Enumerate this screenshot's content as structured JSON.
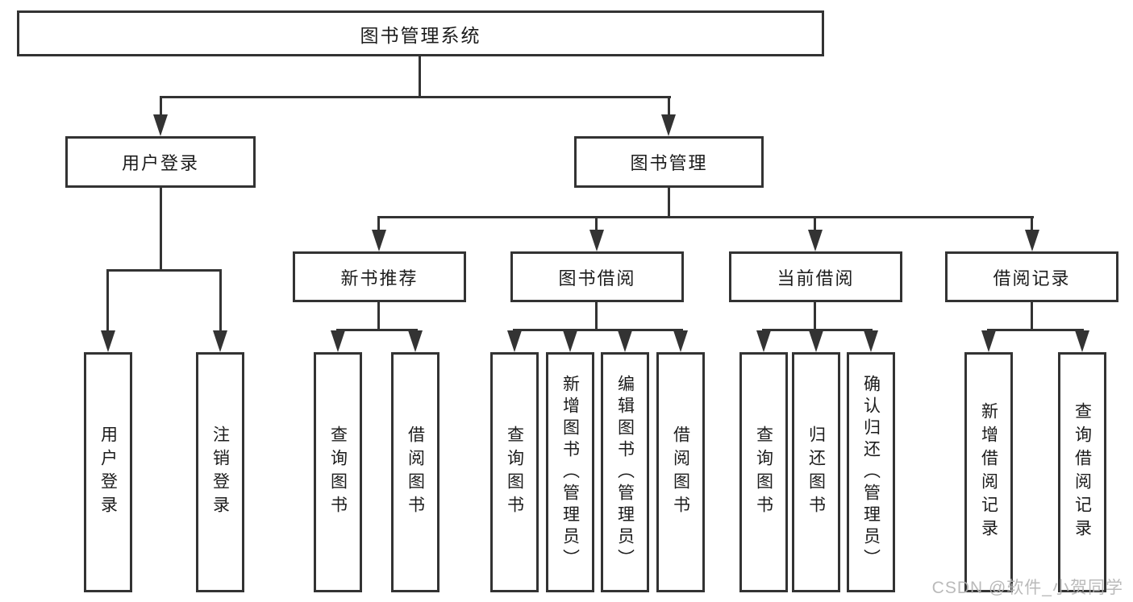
{
  "nodes": {
    "root": "图书管理系统",
    "branches": [
      "用户登录",
      "图书管理"
    ],
    "sections": [
      "新书推荐",
      "图书借阅",
      "当前借阅",
      "借阅记录"
    ],
    "leaves": {
      "login": [
        "用户登录",
        "注销登录"
      ],
      "recommend": [
        "查询图书",
        "借阅图书"
      ],
      "borrow": [
        "查询图书",
        "新增图书（管理员）",
        "编辑图书（管理员）",
        "借阅图书"
      ],
      "current": [
        "查询图书",
        "归还图书",
        "确认归还（管理员）"
      ],
      "records": [
        "新增借阅记录",
        "查询借阅记录"
      ]
    }
  },
  "watermark": "CSDN @软件_小贺同学",
  "colors": {
    "line": "#333333",
    "text": "#1c1c1c",
    "background": "#ffffff",
    "watermark": "#b3b3b3"
  }
}
